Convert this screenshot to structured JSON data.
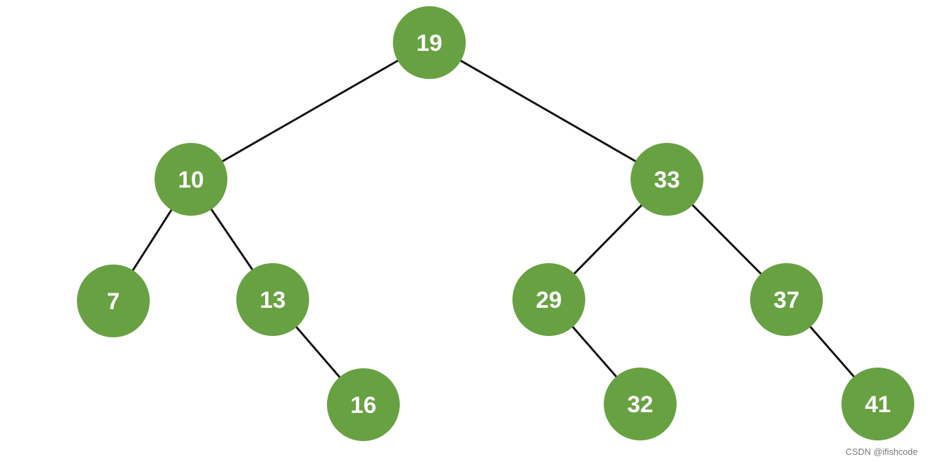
{
  "tree": {
    "nodes": [
      {
        "id": "n19",
        "label": "19"
      },
      {
        "id": "n10",
        "label": "10"
      },
      {
        "id": "n33",
        "label": "33"
      },
      {
        "id": "n7",
        "label": "7"
      },
      {
        "id": "n13",
        "label": "13"
      },
      {
        "id": "n29",
        "label": "29"
      },
      {
        "id": "n37",
        "label": "37"
      },
      {
        "id": "n16",
        "label": "16"
      },
      {
        "id": "n32",
        "label": "32"
      },
      {
        "id": "n41",
        "label": "41"
      }
    ],
    "edges": [
      {
        "from": "n19",
        "to": "n10"
      },
      {
        "from": "n19",
        "to": "n33"
      },
      {
        "from": "n10",
        "to": "n7"
      },
      {
        "from": "n10",
        "to": "n13"
      },
      {
        "from": "n13",
        "to": "n16"
      },
      {
        "from": "n33",
        "to": "n29"
      },
      {
        "from": "n33",
        "to": "n37"
      },
      {
        "from": "n29",
        "to": "n32"
      },
      {
        "from": "n37",
        "to": "n41"
      }
    ],
    "node_color": "#68a142",
    "edge_color": "#111111",
    "label_color": "#ffffff"
  },
  "watermark": {
    "text": "CSDN @ifishcode"
  }
}
